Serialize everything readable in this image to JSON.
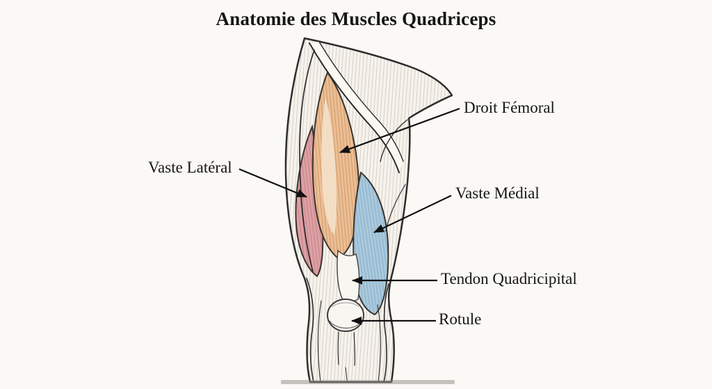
{
  "title": "Anatomie des Muscles Quadriceps",
  "labels": [
    {
      "id": "droit-femoral",
      "text": "Droit Fémoral"
    },
    {
      "id": "vaste-lateral",
      "text": "Vaste Latéral"
    },
    {
      "id": "vaste-medial",
      "text": "Vaste Médial"
    },
    {
      "id": "tendon-quadricipital",
      "text": "Tendon Quadricipital"
    },
    {
      "id": "rotule",
      "text": "Rotule"
    }
  ],
  "colors": {
    "background": "#fbf9f5",
    "ink": "#2b2b2b",
    "arrow": "#111111",
    "leg_base": "#f7f3ec",
    "droit_femoral_fill": "#ecbe94",
    "vaste_lateral_fill": "#dfa0a4",
    "vaste_medial_fill": "#a9c9dd",
    "tendon_fill": "#f8f6f1",
    "text": "#161616"
  }
}
